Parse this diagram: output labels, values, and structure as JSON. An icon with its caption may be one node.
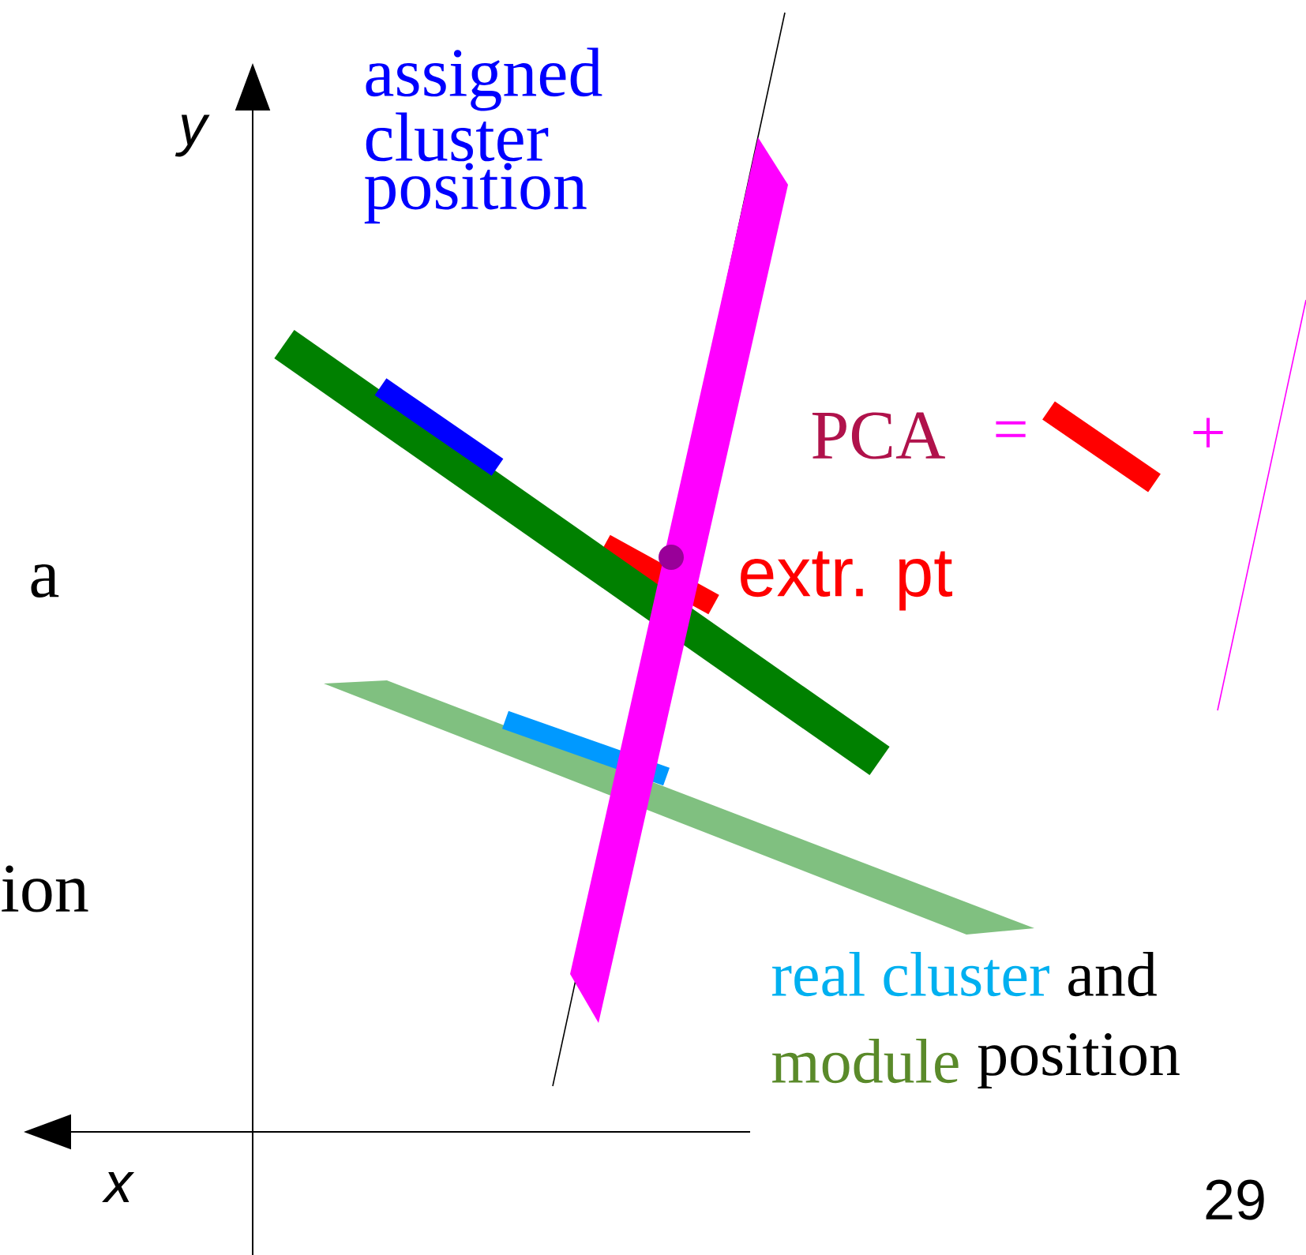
{
  "diagram": {
    "labels": [
      "assigned cluster position",
      "y",
      "PCA",
      "=",
      "+",
      "a",
      "extr. pt",
      "ion",
      "real cluster",
      "and",
      "module",
      "position",
      "x",
      "29"
    ]
  }
}
